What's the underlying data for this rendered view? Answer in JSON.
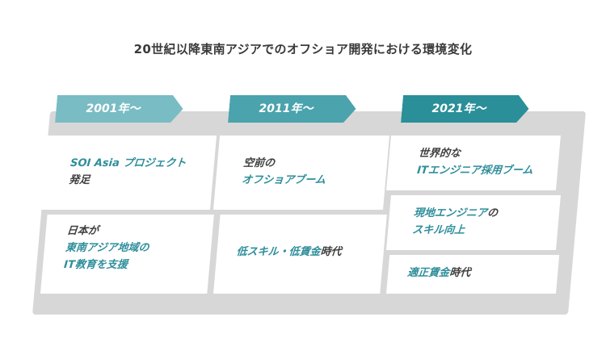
{
  "title": "20世紀以降東南アジアでのオフショア開発における環境変化",
  "colors": {
    "tab_2001": "#79bcc4",
    "tab_2011": "#4aa3ad",
    "tab_2021": "#2a8f99",
    "highlight_text": "#2e8e9b",
    "panel": "#d7d7d7"
  },
  "columns": [
    {
      "period": "2001年〜",
      "cards": [
        {
          "highlight": "SOI Asia プロジェクト",
          "line2": "発足"
        },
        {
          "line1": "日本が",
          "highlight1": "東南アジア地域の",
          "highlight2": "IT教育を支援"
        }
      ]
    },
    {
      "period": "2011年〜",
      "cards": [
        {
          "line1": "空前の",
          "highlight": "オフショアブーム"
        },
        {
          "highlight": "低スキル・低賃金",
          "suffix": "時代"
        }
      ]
    },
    {
      "period": "2021年〜",
      "cards": [
        {
          "line1": "世界的な",
          "highlight": "ITエンジニア採用ブーム"
        },
        {
          "highlight1": "現地エンジニア",
          "suffix1": "の",
          "highlight2": "スキル向上"
        },
        {
          "highlight": "適正賃金",
          "suffix": "時代"
        }
      ]
    }
  ]
}
